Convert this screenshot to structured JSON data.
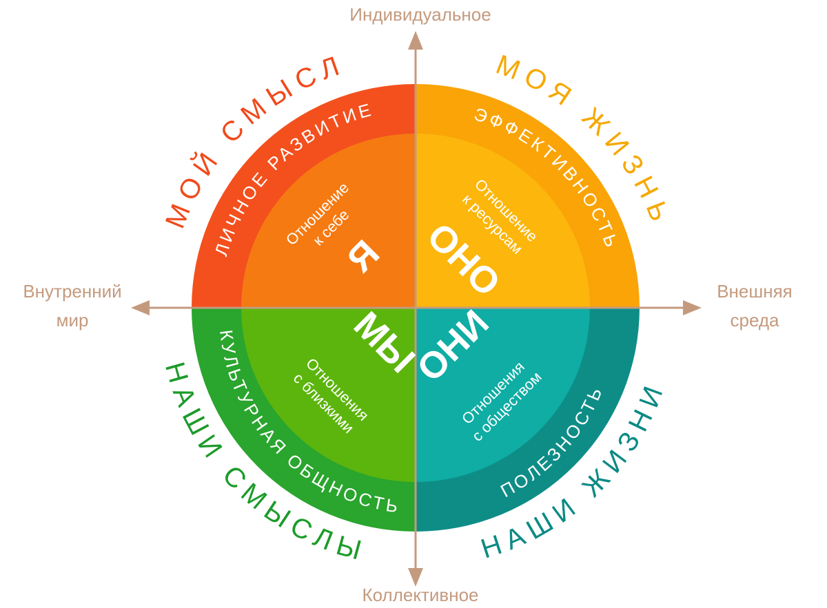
{
  "axes": {
    "top": "Индивидуальное",
    "bottom": "Коллективное",
    "left": [
      "Внутренний",
      "мир"
    ],
    "right": [
      "Внешняя",
      "среда"
    ]
  },
  "quadrants": {
    "top_left": {
      "outer_label": "МОЙ СМЫСЛ",
      "mid_label": "ЛИЧНОЕ РАЗВИТИЕ",
      "inner_label": [
        "Отношение",
        "к себе"
      ],
      "big_label": "Я",
      "colors": {
        "outer_text": "#f04a1c",
        "ring": "#f3501e",
        "inner": "#f57a12"
      }
    },
    "top_right": {
      "outer_label": "МОЯ ЖИЗНЬ",
      "mid_label": "ЭФФЕКТИВНОСТЬ",
      "inner_label": [
        "Отношение",
        "к ресурсам"
      ],
      "big_label": "ОНО",
      "colors": {
        "outer_text": "#f5a800",
        "ring": "#faa408",
        "inner": "#fcb60c"
      }
    },
    "bottom_left": {
      "outer_label": "НАШИ СМЫСЛЫ",
      "mid_label": "КУЛЬТУРНАЯ ОБЩНОСТЬ",
      "inner_label": [
        "Отношения",
        "с близкими"
      ],
      "big_label": "МЫ",
      "colors": {
        "outer_text": "#1c9b2a",
        "ring": "#2aa52e",
        "inner": "#5cb50c"
      }
    },
    "bottom_right": {
      "outer_label": "НАШИ ЖИЗНИ",
      "mid_label": "ПОЛЕЗНОСТЬ",
      "inner_label": [
        "Отношения",
        "с обществом"
      ],
      "big_label": "ОНИ",
      "colors": {
        "outer_text": "#0c8a84",
        "ring": "#0e8d87",
        "inner": "#0fada4"
      }
    }
  },
  "colors": {
    "axis": "#c49a7e"
  }
}
